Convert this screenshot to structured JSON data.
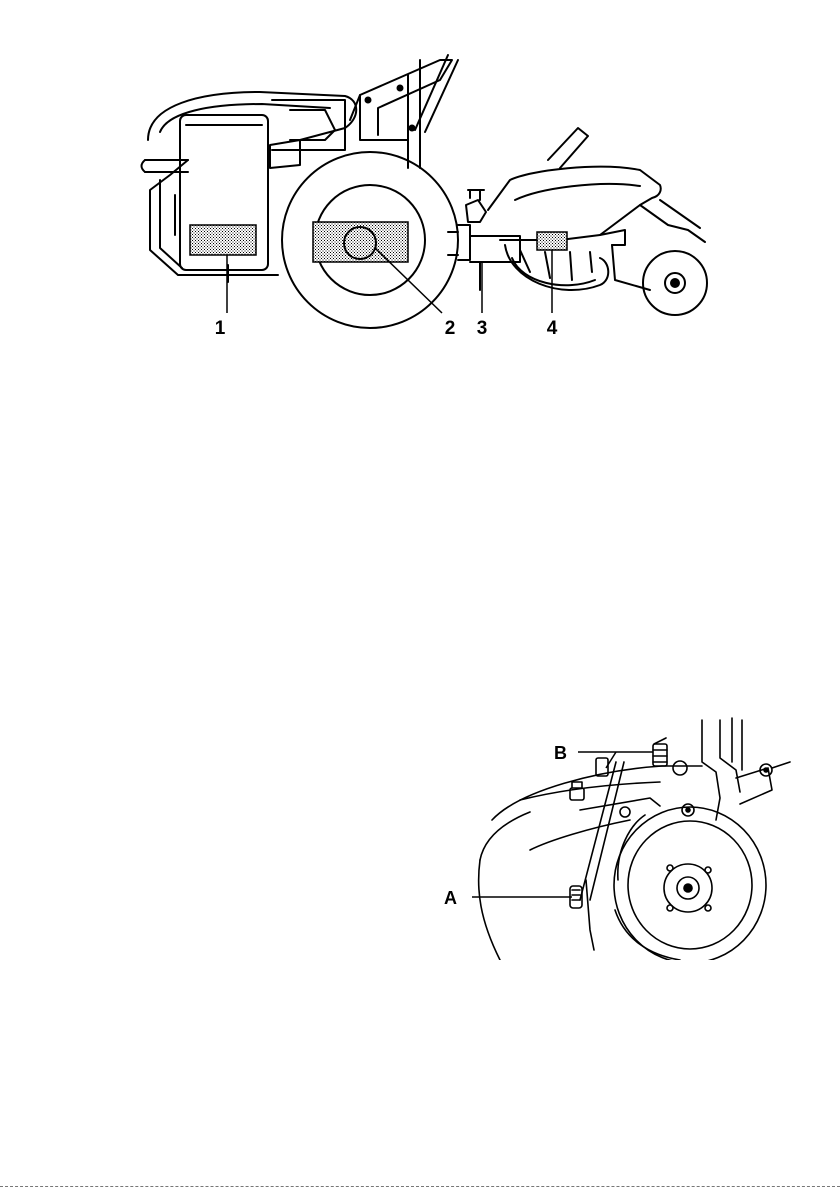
{
  "figure_top": {
    "callouts": [
      "1",
      "2",
      "3",
      "4"
    ]
  },
  "figure_bottom": {
    "callouts": [
      "A",
      "B"
    ]
  }
}
